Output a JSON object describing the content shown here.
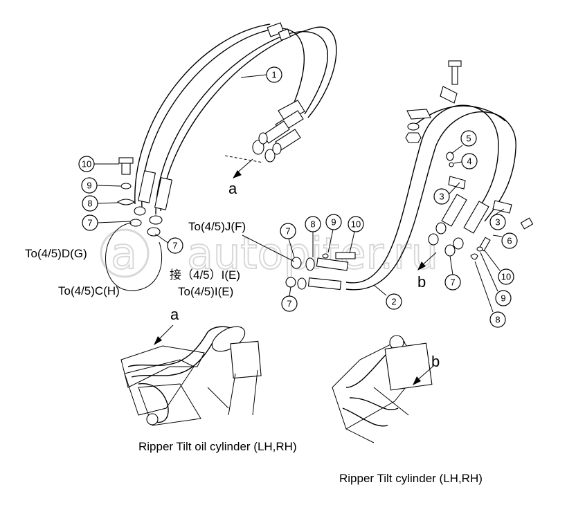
{
  "labels": {
    "to_j": "To(4/5)J(F)",
    "jie_i": "接（4/5）I(E)",
    "to_i": "To(4/5)I(E)",
    "to_d": "To(4/5)D(G)",
    "to_c": "To(4/5)C(H)"
  },
  "view_letters": {
    "a_top": "a",
    "b_top": "b",
    "a_detail": "a",
    "b_detail": "b"
  },
  "captions": {
    "left": "Ripper Tilt oil cylinder (LH,RH)",
    "right": "Ripper Tilt cylinder (LH,RH)"
  },
  "watermark": {
    "left": "a",
    "right": "autopiter.ru"
  },
  "callouts": {
    "c1": "1",
    "c2": "2",
    "c3a": "3",
    "c3b": "3",
    "c4": "4",
    "c5": "5",
    "c6": "6",
    "c7a": "7",
    "c7b": "7",
    "c7c": "7",
    "c7d": "7",
    "c7e": "7",
    "c8a": "8",
    "c8b": "8",
    "c8c": "8",
    "c9a": "9",
    "c9b": "9",
    "c9c": "9",
    "c10a": "10",
    "c10b": "10",
    "c10c": "10"
  }
}
